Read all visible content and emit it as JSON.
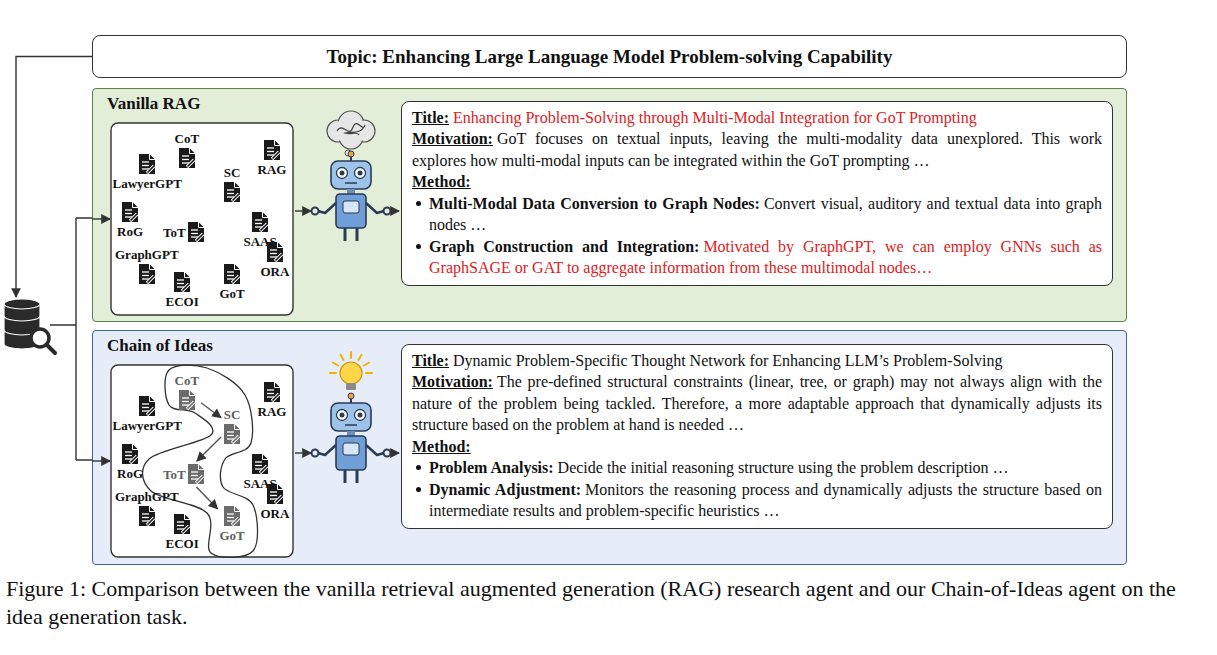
{
  "diagram": {
    "caption": "Figure 1: Comparison between the vanilla retrieval augmented generation (RAG) research agent and our Chain-of-Ideas agent on the idea generation task.",
    "nodes": [
      {
        "text": [
          "Topic: Enhancing Large Language Model Problem-solving Capability"
        ]
      },
      {
        "text": [
          "Vanilla RAG"
        ]
      },
      {
        "text": [
          "CoT"
        ],
        "in": 1
      },
      {
        "text": [
          "LawyerGPT"
        ],
        "in": 1
      },
      {
        "text": [
          "RAG"
        ],
        "in": 1
      },
      {
        "text": [
          "SC"
        ],
        "in": 1
      },
      {
        "text": [
          "RoG"
        ],
        "in": 1
      },
      {
        "text": [
          "ToT"
        ],
        "in": 1
      },
      {
        "text": [
          "SAAS"
        ],
        "in": 1
      },
      {
        "text": [
          "GraphGPT"
        ],
        "in": 1
      },
      {
        "text": [
          "ORA"
        ],
        "in": 1
      },
      {
        "text": [
          "ECOI"
        ],
        "in": 1
      },
      {
        "text": [
          "GoT"
        ],
        "in": 1
      },
      {
        "text": [
          "Title:",
          "Enhancing Problem-Solving through Multi-Modal Integration for GoT Prompting",
          "Motivation:",
          "GoT focuses on textual inputs, leaving the multi-modality data unexplored. This work explores how multi-modal inputs can be integrated within the GoT prompting …",
          "Method:",
          "Multi-Modal Data Conversion to Graph Nodes:",
          "Convert visual, auditory and textual data into graph nodes …",
          "Graph Construction and Integration:",
          "Motivated by GraphGPT, we can employ GNNs such as GraphSAGE or GAT to aggregate information from these multimodal nodes…"
        ],
        "in": 1
      },
      {
        "text": [
          "Chain of Ideas"
        ]
      },
      {
        "text": [
          "CoT"
        ],
        "in": 14
      },
      {
        "text": [
          "LawyerGPT"
        ],
        "in": 14
      },
      {
        "text": [
          "RAG"
        ],
        "in": 14
      },
      {
        "text": [
          "SC"
        ],
        "in": 14
      },
      {
        "text": [
          "RoG"
        ],
        "in": 14
      },
      {
        "text": [
          "ToT"
        ],
        "in": 14
      },
      {
        "text": [
          "SAAS"
        ],
        "in": 14
      },
      {
        "text": [
          "GraphGPT"
        ],
        "in": 14
      },
      {
        "text": [
          "ORA"
        ],
        "in": 14
      },
      {
        "text": [
          "ECOI"
        ],
        "in": 14
      },
      {
        "text": [
          "GoT"
        ],
        "in": 14
      },
      {
        "text": [
          "Title:",
          "Dynamic Problem-Specific Thought Network for Enhancing LLM’s Problem-Solving",
          "Motivation:",
          "The pre-defined structural constraints (linear, tree, or graph) may not always align with the nature of the problem being tackled. Therefore, a more adaptable approach that dynamically adjusts its structure based on the problem at hand is needed …",
          "Method:",
          "Problem Analysis:",
          "Decide the initial reasoning structure using the problem description …",
          "Dynamic Adjustment:",
          "Monitors the reasoning process and dynamically adjusts the structure based on intermediate results and problem-specific heuristics …"
        ],
        "in": 14
      }
    ],
    "edges": [
      {
        "from": 15,
        "to": 18,
        "arrow": "to"
      },
      {
        "from": 18,
        "to": 20,
        "arrow": "to"
      },
      {
        "from": 20,
        "to": 25,
        "arrow": "to"
      }
    ]
  }
}
